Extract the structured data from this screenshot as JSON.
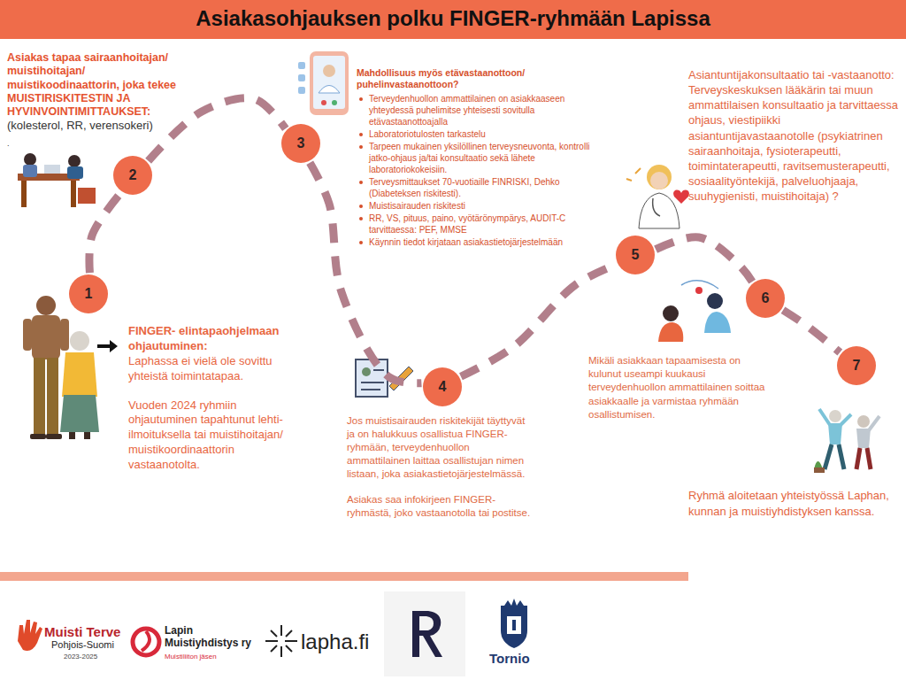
{
  "diagram": {
    "title": "Asiakasohjauksen polku FINGER-ryhmään Lapissa",
    "nodes": [
      {
        "text": [
          "1"
        ]
      },
      {
        "text": [
          "2"
        ]
      },
      {
        "text": [
          "3"
        ]
      },
      {
        "text": [
          "4"
        ]
      },
      {
        "text": [
          "5"
        ]
      },
      {
        "text": [
          "6"
        ]
      },
      {
        "text": [
          "7"
        ]
      }
    ],
    "edges": [
      {
        "from": 0,
        "to": 1,
        "arrow": "none"
      },
      {
        "from": 1,
        "to": 2,
        "arrow": "none"
      },
      {
        "from": 2,
        "to": 3,
        "arrow": "none"
      },
      {
        "from": 3,
        "to": 4,
        "arrow": "none"
      },
      {
        "from": 4,
        "to": 5,
        "arrow": "none"
      },
      {
        "from": 5,
        "to": 6,
        "arrow": "none"
      }
    ],
    "labels": [
      "Asiakas tapaa sairaanhoitajan/ muistihoitajan/ muistikoodinaattorin, joka tekee MUISTIRISKITESTIN JA HYVINVOINTIMITTAUKSET:",
      "(kolesterol, RR, verensokeri)",
      ".",
      "Mahdollisuus myös etävastaanottoon/ puhelinvastaanottoon?",
      "Terveydenhuollon ammattilainen on asiakkaaseen yhteydessä puhelimitse yhteisesti sovitulla etävastaanottoajalla",
      "Laboratoriotulosten tarkastelu",
      "Tarpeen mukainen yksilöllinen terveysneuvonta, kontrolli jatko-ohjaus ja/tai konsultaatio sekä lähete laboratoriokokeisiin.",
      "Terveysmittaukset 70-vuotiaille FINRISKI, Dehko (Diabeteksen riskitesti).",
      "Muistisairauden riskitesti",
      "RR, VS, pituus, paino, vyötärönympärys, AUDIT-C tarvittaessa: PEF, MMSE",
      "Käynnin tiedot kirjataan asiakastietojärjestelmään",
      "Asiantuntijakonsultaatio tai -vastaanotto: Terveyskeskuksen lääkärin tai muun ammattilaisen konsultaatio ja tarvittaessa ohjaus, viestipiikki asiantuntijavastaanotolle (psykiatrinen sairaanhoitaja, fysioterapeutti, toimintaterapeutti, ravitsemusterapeutti, sosiaalityöntekijä, palveluohjaaja, suuhygienisti, muistihoitaja) ?",
      "FINGER- elintapaohjelmaan ohjautuminen:",
      "Laphassa ei vielä ole sovittu yhteistä toimintatapaa.",
      "Vuoden 2024 ryhmiin ohjautuminen tapahtunut lehti-ilmoituksella tai muistihoitajan/ muistikoordinaattorin vastaanotolta.",
      "Jos muistisairauden riskitekijät täyttyvät ja on halukkuus osallistua FINGER-ryhmään, terveydenhuollon ammattilainen laittaa osallistujan nimen listaan, joka asiakastietojärjestelmässä.",
      "Asiakas saa infokirjeen FINGER-ryhmästä, joko vastaanotolla tai postitse.",
      "Mikäli asiakkaan tapaamisesta on kulunut useampi kuukausi terveydenhuollon ammattilainen soittaa asiakkaalle ja varmistaa ryhmään osallistumisen.",
      "Ryhmä aloitetaan yhteistyössä Laphan, kunnan ja muistiyhdistyksen kanssa.",
      "Muisti Terve",
      "Pohjois-Suomi",
      "2023-2025",
      "Lapin Muistiyhdistys ry",
      "Muistiliiton jäsen",
      "lapha.fi",
      "Tornio"
    ]
  }
}
